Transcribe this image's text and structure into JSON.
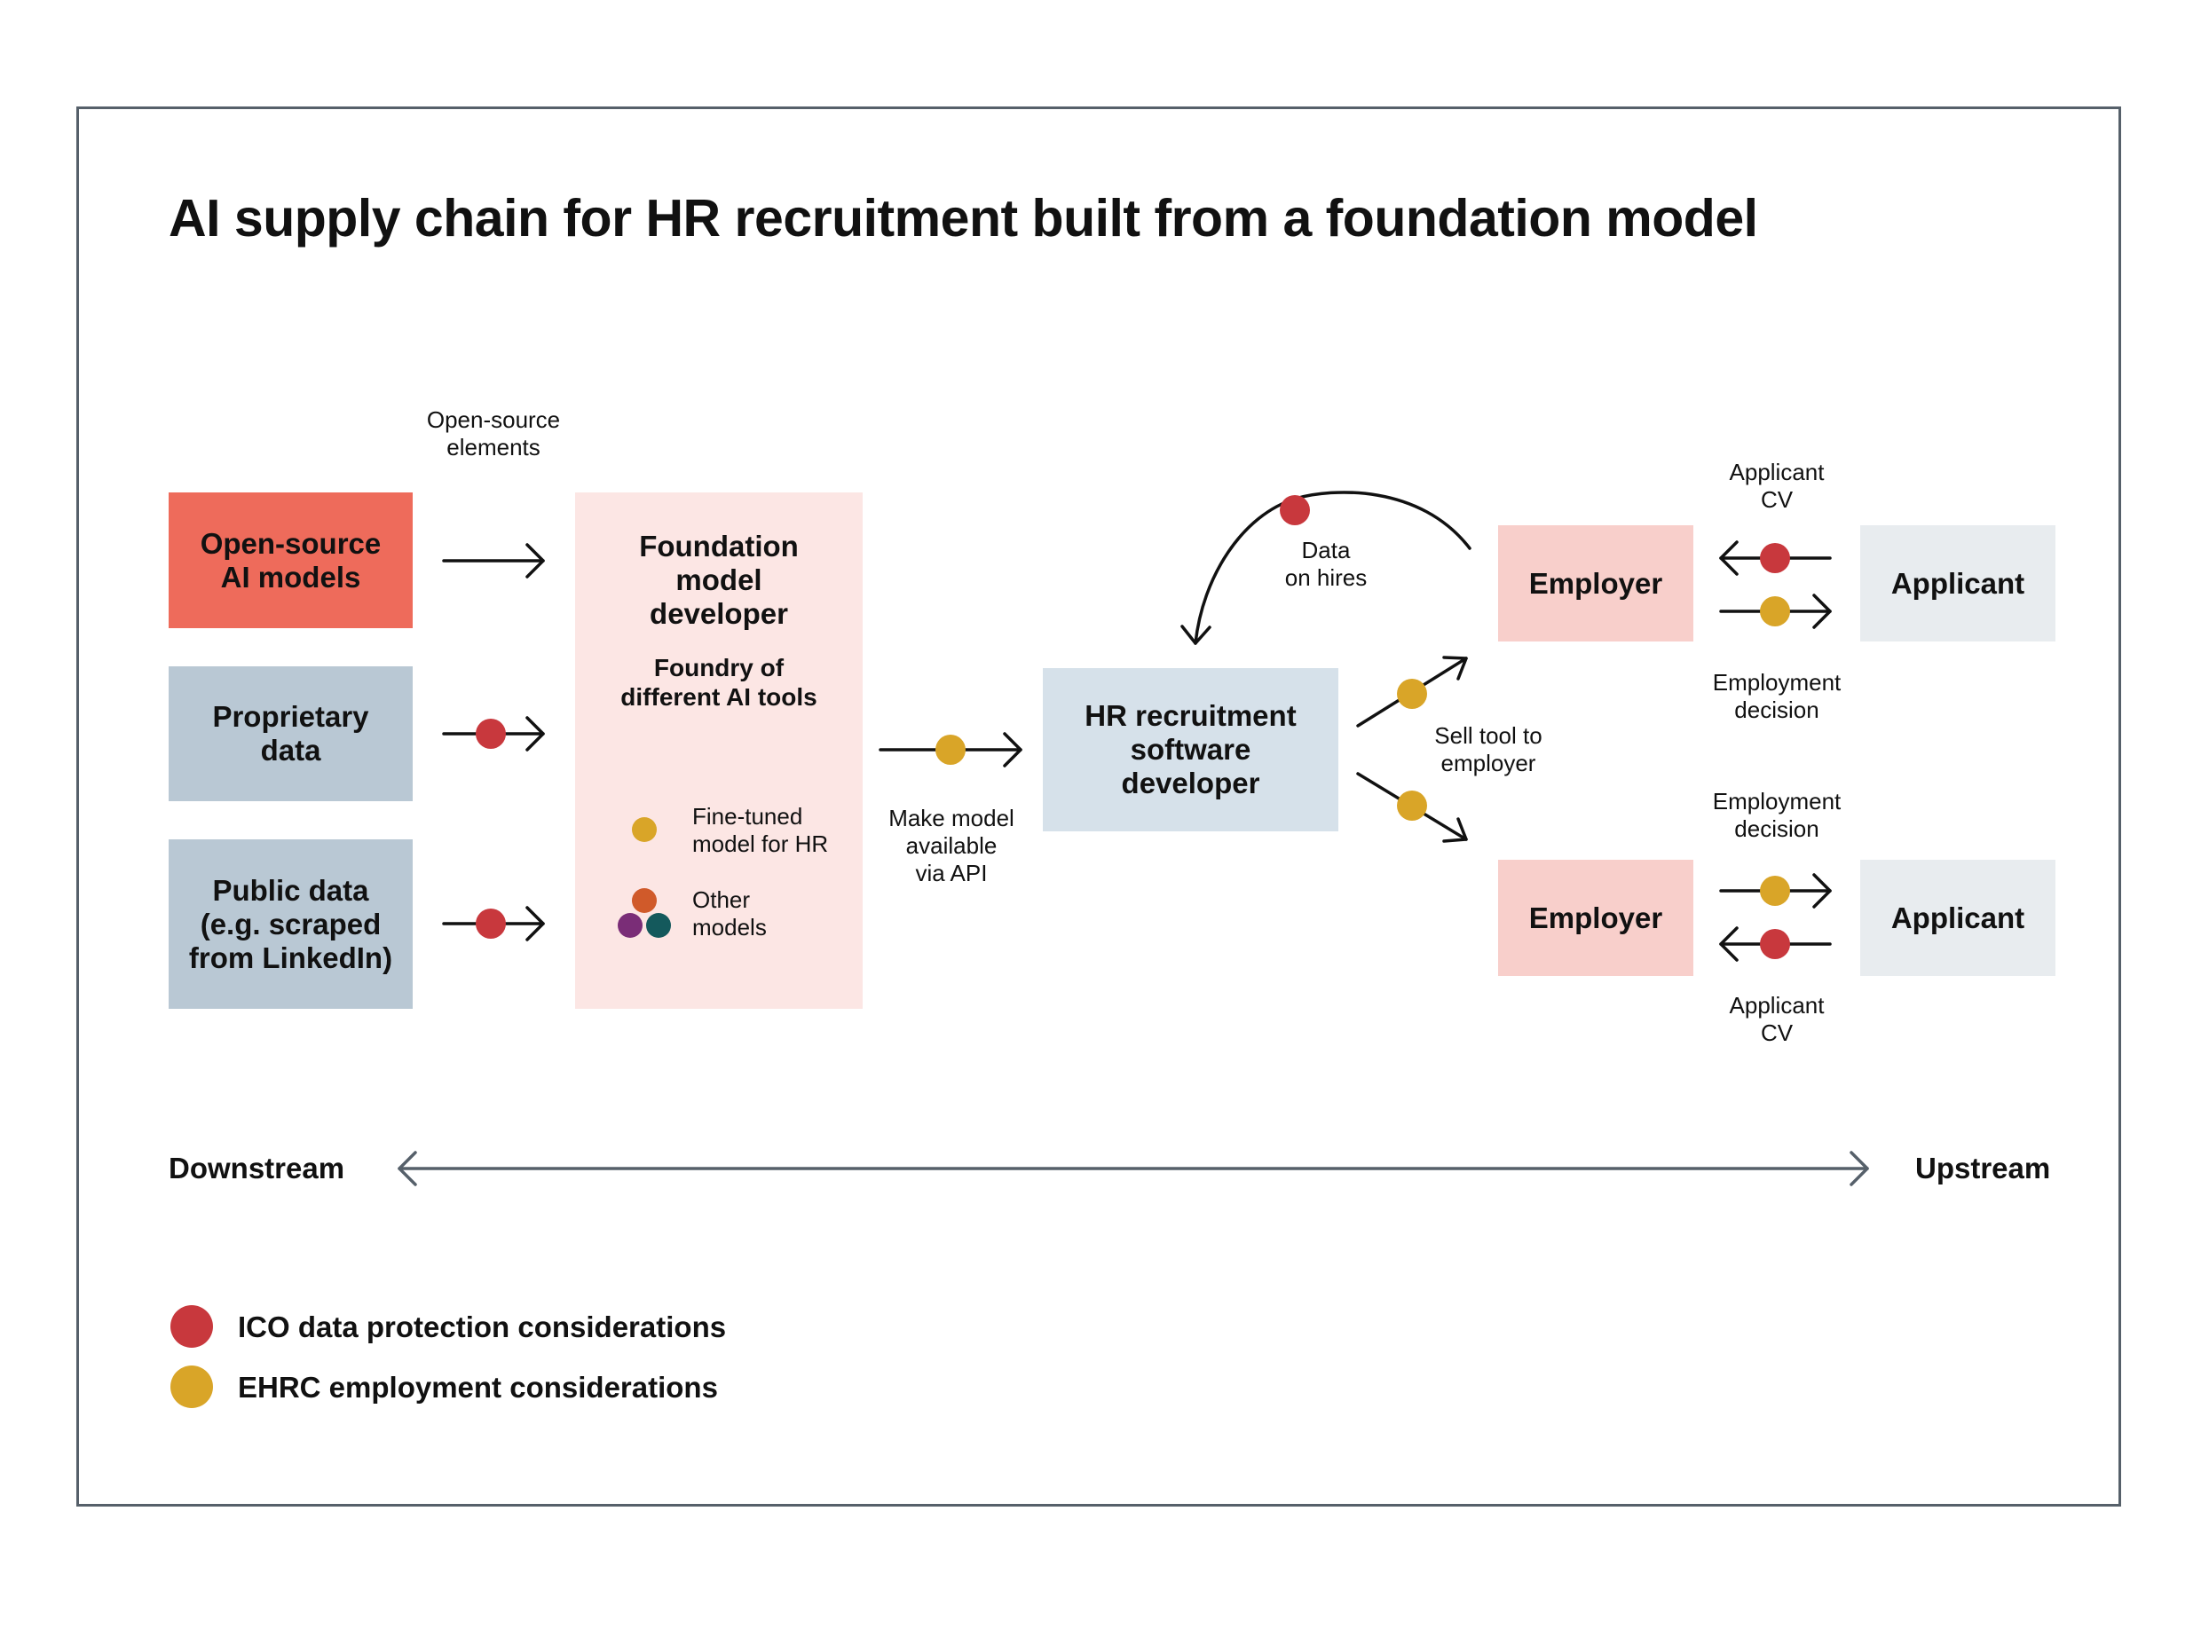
{
  "title": "AI supply chain for HR recruitment built from a foundation model",
  "colors": {
    "ico": "#c8383d",
    "ehrc": "#d9a528",
    "open_source_box": "#ee6b5b",
    "data_box": "#b9c8d4",
    "foundation_box": "#fce6e4",
    "hr_box": "#d6e1ea",
    "employer_box": "#f8cfcb",
    "applicant_box": "#e8ecef",
    "other_models": [
      "#d05a2a",
      "#7a2d77",
      "#14595c"
    ]
  },
  "sources": {
    "open_source": "Open-source\nAI models",
    "proprietary": "Proprietary\ndata",
    "public": "Public data\n(e.g. scraped\nfrom LinkedIn)",
    "open_source_elements": "Open-source\nelements"
  },
  "foundation": {
    "title": "Foundation\nmodel\ndeveloper",
    "subtitle": "Foundry of\ndifferent AI tools",
    "fine_tuned": "Fine-tuned\nmodel for HR",
    "other": "Other\nmodels"
  },
  "api_label": "Make model\navailable\nvia API",
  "hr_developer": "HR recruitment\nsoftware\ndeveloper",
  "data_on_hires": "Data\non hires",
  "sell_tool": "Sell tool to\nemployer",
  "employer_label": "Employer",
  "applicant_label": "Applicant",
  "applicant_cv": "Applicant\nCV",
  "employment_decision": "Employment\ndecision",
  "axis": {
    "left": "Downstream",
    "right": "Upstream"
  },
  "legend": {
    "ico": "ICO data protection considerations",
    "ehrc": "EHRC employment considerations"
  },
  "icons": [
    "arrow-right-icon",
    "arrow-left-icon",
    "curved-arrow-icon",
    "dot-icon"
  ]
}
